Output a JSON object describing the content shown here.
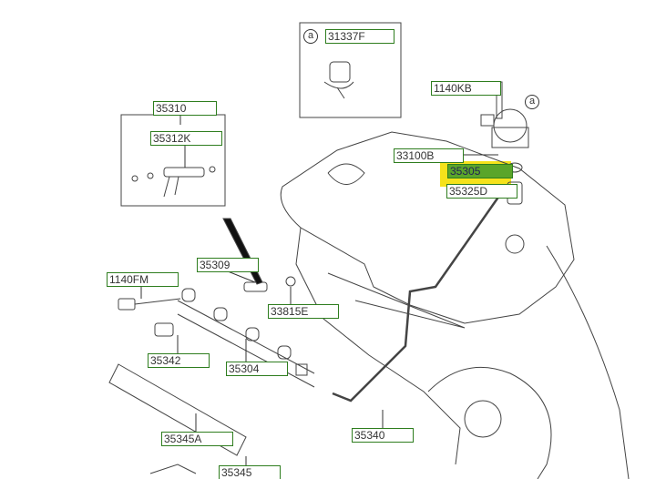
{
  "diagram": {
    "inset_marker": "a",
    "highlight_color": "#f5e21b",
    "label_border_color": "#2e7d1e",
    "selected_fill_color": "#5aa52a",
    "selected_part": "35305",
    "labels": {
      "p31337F": "31337F",
      "p35310": "35310",
      "p35312K": "35312K",
      "p1140KB": "1140KB",
      "p33100B": "33100B",
      "p35305": "35305",
      "p35325D": "35325D",
      "p35309": "35309",
      "p1140FM": "1140FM",
      "p33815E": "33815E",
      "p35342": "35342",
      "p35304": "35304",
      "p35345A": "35345A",
      "p35340": "35340",
      "p35345": "35345"
    }
  }
}
